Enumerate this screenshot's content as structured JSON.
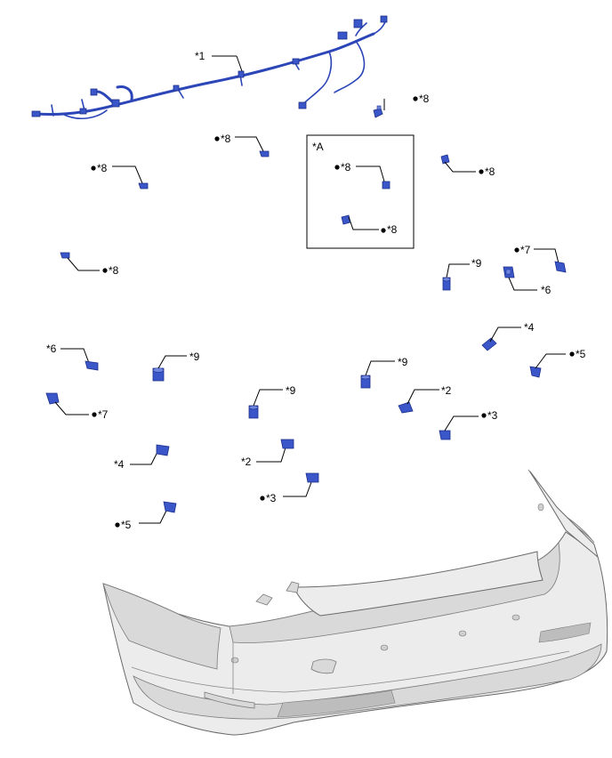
{
  "labels": {
    "harness": "*1",
    "inset": "*A",
    "p8": "*8",
    "p2": "*2",
    "p3": "*3",
    "p4": "*4",
    "p5": "*5",
    "p6": "*6",
    "p7": "*7",
    "p9": "*9"
  },
  "icons": {
    "bullet": "filled-dot-icon"
  },
  "colors": {
    "part_blue": "#3a56c8",
    "harness_blue": "#2c46b8",
    "bumper_grey": "#ececec"
  }
}
